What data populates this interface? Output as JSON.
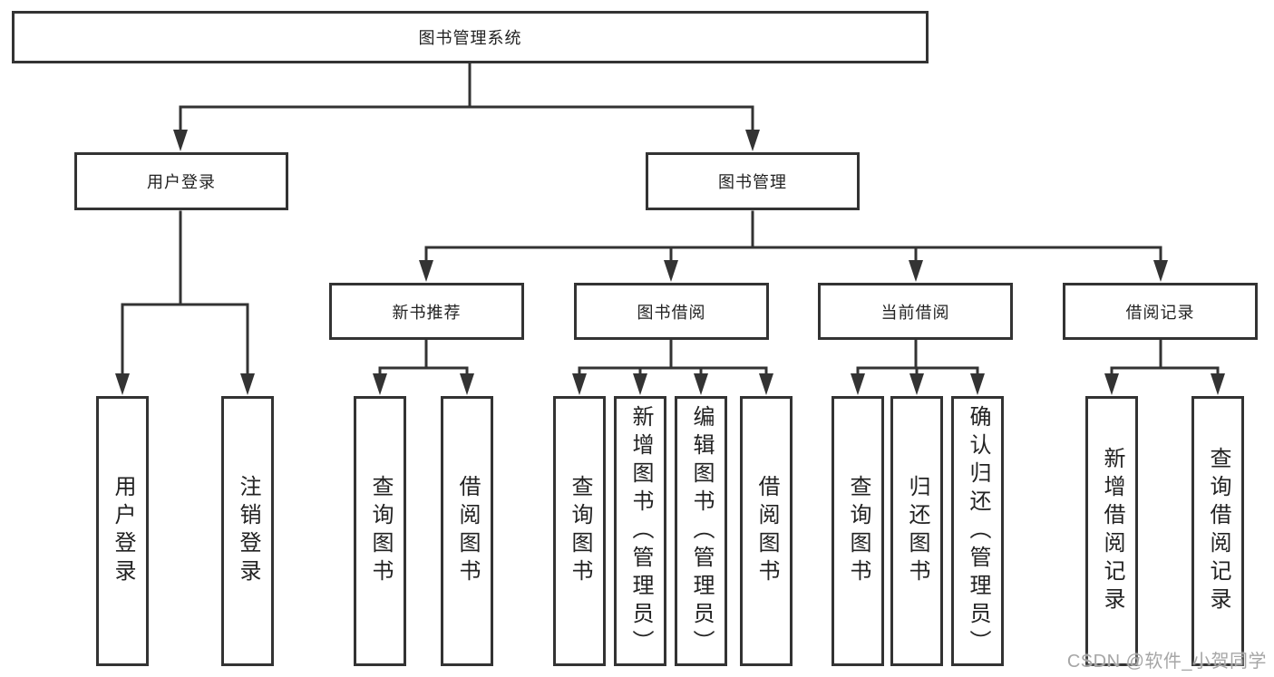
{
  "diagram": {
    "root": "图书管理系统",
    "level2": {
      "user_login": "用户登录",
      "book_management": "图书管理"
    },
    "level3": {
      "new_book_recommend": "新书推荐",
      "book_borrow": "图书借阅",
      "current_borrow": "当前借阅",
      "borrow_records": "借阅记录"
    },
    "leaves": {
      "user_login": [
        "用户登录",
        "注销登录"
      ],
      "new_book_recommend": [
        "查询图书",
        "借阅图书"
      ],
      "book_borrow": [
        "查询图书",
        "新增图书（管理员）",
        "编辑图书（管理员）",
        "借阅图书"
      ],
      "current_borrow": [
        "查询图书",
        "归还图书",
        "确认归还（管理员）"
      ],
      "borrow_records": [
        "新增借阅记录",
        "查询借阅记录"
      ]
    }
  },
  "watermark": {
    "text": "CSDN @软件_小贺同学"
  },
  "colors": {
    "line": "#333333",
    "text": "#222222",
    "box_background": "#ffffff",
    "page_background": "#ffffff",
    "watermark": "#a6a6a6"
  }
}
